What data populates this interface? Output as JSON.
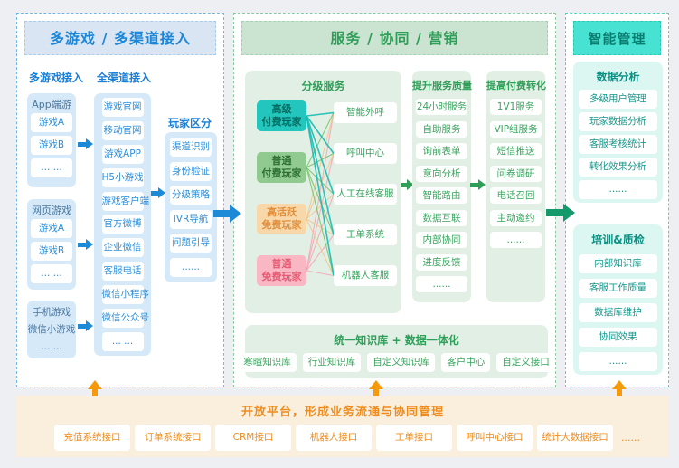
{
  "colors": {
    "blue_accent": "#1c86d9",
    "green_accent": "#2f9e58",
    "teal_accent": "#0b7d70",
    "orange_accent": "#ef8c1c",
    "left_header_bg": "#d9e5f2",
    "mid_header_bg": "#cbe3d1",
    "right_header_bg": "#47e2d2",
    "bottom_bar_bg": "#faeedd"
  },
  "left_section": {
    "title": "多游戏 / 多渠道接入",
    "col1": {
      "label": "多游戏接入",
      "groups": [
        {
          "label": "App端游",
          "items": [
            "游戏A",
            "游戏B",
            "... ..."
          ]
        },
        {
          "label": "网页游戏",
          "items": [
            "游戏A",
            "游戏B",
            "... ..."
          ]
        },
        {
          "lines": [
            "手机游戏",
            "微信小游戏",
            "... ..."
          ]
        }
      ]
    },
    "col2": {
      "label": "全渠道接入",
      "items": [
        "游戏官网",
        "移动官网",
        "游戏APP",
        "H5小游戏",
        "游戏客户端",
        "官方微博",
        "企业微信",
        "客服电话",
        "微信小程序",
        "微信公众号",
        "... ..."
      ]
    },
    "col3": {
      "label": "玩家区分",
      "items": [
        "渠道识别",
        "身份验证",
        "分级策略",
        "IVR导航",
        "问题引导",
        "......"
      ]
    }
  },
  "middle_section": {
    "title": "服务 / 协同 / 营销",
    "tiered_service": {
      "title": "分级服务",
      "tiers": [
        {
          "label": "高级\n付费玩家",
          "bg": "#23c6bd",
          "fg": "#04695f",
          "line": "#17bdb4"
        },
        {
          "label": "普通\n付费玩家",
          "bg": "#90ca90",
          "fg": "#2c6e34",
          "line": "#7cc46f"
        },
        {
          "label": "高活跃\n免费玩家",
          "bg": "#f8d8a8",
          "fg": "#e08f3e",
          "line": "#f4c690"
        },
        {
          "label": "普通\n免费玩家",
          "bg": "#f9b6c3",
          "fg": "#e55a72",
          "line": "#f5a8b8"
        }
      ],
      "services": [
        "智能外呼",
        "呼叫中心",
        "人工在线客服",
        "工单系统",
        "机器人客服"
      ],
      "connections": [
        [
          0,
          0
        ],
        [
          0,
          1
        ],
        [
          0,
          2
        ],
        [
          0,
          3
        ],
        [
          0,
          4
        ],
        [
          1,
          0
        ],
        [
          1,
          1
        ],
        [
          1,
          2
        ],
        [
          1,
          3
        ],
        [
          1,
          4
        ],
        [
          2,
          0
        ],
        [
          2,
          1
        ],
        [
          2,
          2
        ],
        [
          2,
          3
        ],
        [
          2,
          4
        ],
        [
          3,
          0
        ],
        [
          3,
          1
        ],
        [
          3,
          2
        ],
        [
          3,
          3
        ],
        [
          3,
          4
        ]
      ]
    },
    "quality_col": {
      "title": "提升服务质量",
      "items": [
        "24小时服务",
        "自助服务",
        "询前表单",
        "意向分析",
        "智能路由",
        "数据互联",
        "内部协同",
        "进度反馈",
        "......"
      ]
    },
    "conversion_col": {
      "title": "提高付费转化",
      "items": [
        "1V1服务",
        "VIP组服务",
        "短信推送",
        "问卷调研",
        "电话召回",
        "主动邀约",
        "......"
      ]
    },
    "knowledge": {
      "title": "统一知识库 + 数据一体化",
      "items": [
        "寒暄知识库",
        "行业知识库",
        "自定义知识库",
        "客户中心",
        "自定义接口"
      ]
    }
  },
  "right_section": {
    "title": "智能管理",
    "analysis": {
      "title": "数据分析",
      "items": [
        "多级用户管理",
        "玩家数据分析",
        "客服考核统计",
        "转化效果分析",
        "......"
      ]
    },
    "training": {
      "title": "培训&质检",
      "items": [
        "内部知识库",
        "客服工作质量",
        "数据库维护",
        "协同效果",
        "......"
      ]
    }
  },
  "bottom_bar": {
    "title": "开放平台，形成业务流通与协同管理",
    "items": [
      "充值系统接口",
      "订单系统接口",
      "CRM接口",
      "机器人接口",
      "工单接口",
      "呼叫中心接口",
      "统计大数据接口"
    ],
    "more": "......"
  }
}
